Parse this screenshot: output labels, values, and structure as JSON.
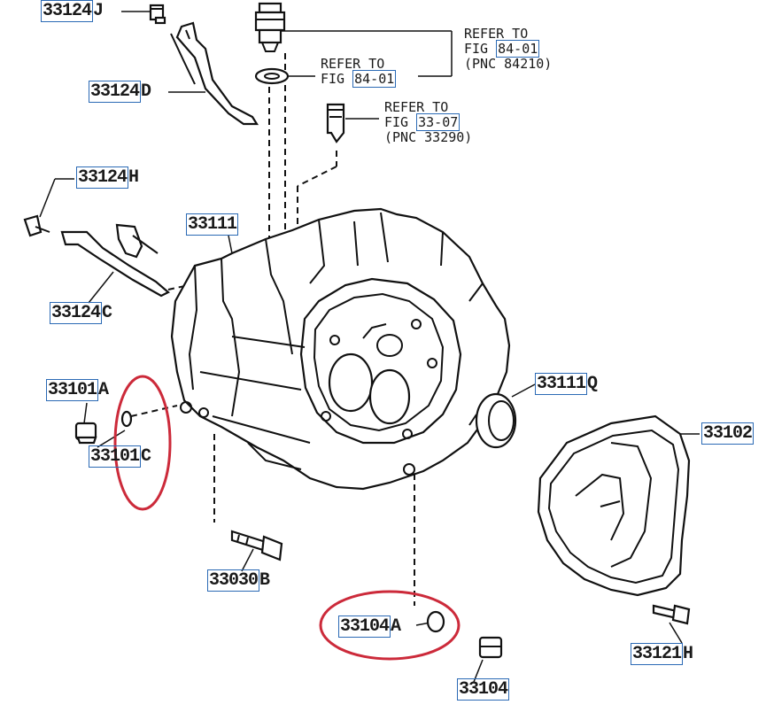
{
  "labels": {
    "p33124J": {
      "num": "33124",
      "suffix": "J"
    },
    "p33124D": {
      "num": "33124",
      "suffix": "D"
    },
    "p33124H": {
      "num": "33124",
      "suffix": "H"
    },
    "p33111": {
      "num": "33111",
      "suffix": ""
    },
    "p33124C": {
      "num": "33124",
      "suffix": "C"
    },
    "p33101A": {
      "num": "33101",
      "suffix": "A"
    },
    "p33101C": {
      "num": "33101",
      "suffix": "C"
    },
    "p33111Q": {
      "num": "33111",
      "suffix": "Q"
    },
    "p33102": {
      "num": "33102",
      "suffix": ""
    },
    "p33030B": {
      "num": "33030",
      "suffix": "B"
    },
    "p33104A": {
      "num": "33104",
      "suffix": "A"
    },
    "p33121H": {
      "num": "33121",
      "suffix": "H"
    },
    "p33104": {
      "num": "33104",
      "suffix": ""
    }
  },
  "refs": {
    "r1": {
      "line1": "REFER TO",
      "fig_prefix": "FIG ",
      "fig": "84-01",
      "line3": "(PNC 84210)"
    },
    "r2": {
      "line1": "REFER TO",
      "fig_prefix": "FIG ",
      "fig": "84-01"
    },
    "r3": {
      "line1": "REFER TO",
      "fig_prefix": "FIG ",
      "fig": "33-07",
      "line3": "(PNC 33290)"
    }
  },
  "colors": {
    "ink": "#111111",
    "callout_box": "#2b6ab5",
    "highlight_circle": "#cc2a3a",
    "background": "#ffffff"
  }
}
